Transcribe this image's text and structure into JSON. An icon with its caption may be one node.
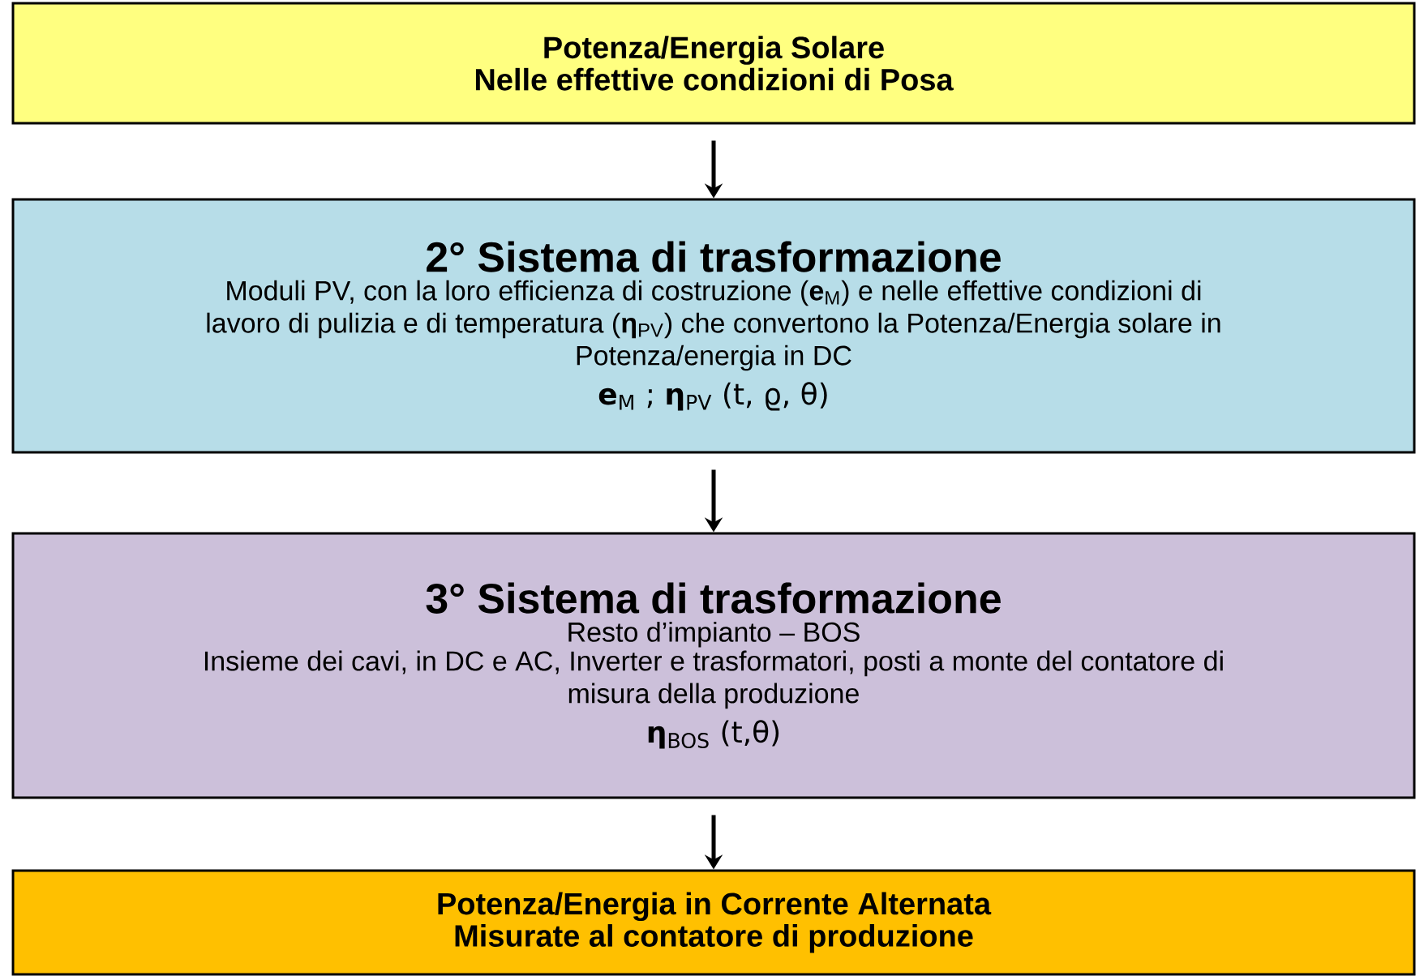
{
  "diagram": {
    "nodes": [
      {
        "text": [
          "Potenza/Energia Solare",
          "Nelle effettive condizioni di Posa"
        ]
      },
      {
        "text": [
          "2° Sistema di trasformazione",
          "Moduli PV, con la loro efficienza di costruzione (**e**$_{M}$) e nelle effettive condizioni di lavoro di pulizia e di temperatura (**η**$_{PV}$) che convertono la Potenza/Energia solare in Potenza/energia in DC",
          "**e**$_{M}$ ; **η**$_{PV}$ (t, ϱ, θ)"
        ]
      },
      {
        "text": [
          "3° Sistema di trasformazione",
          "Resto d’impianto – BOS",
          "Insieme dei cavi, in DC e AC, Inverter e trasformatori, posti a monte del contatore di misura della produzione",
          "**η**$_{BOS}$ (t,θ)"
        ]
      },
      {
        "text": [
          "Potenza/Energia in Corrente Alternata",
          "Misurate al contatore di produzione"
        ]
      }
    ],
    "edges": [
      {
        "from": 0,
        "to": 1,
        "arrow": "to"
      },
      {
        "from": 1,
        "to": 2,
        "arrow": "to"
      },
      {
        "from": 2,
        "to": 3,
        "arrow": "to"
      }
    ]
  }
}
